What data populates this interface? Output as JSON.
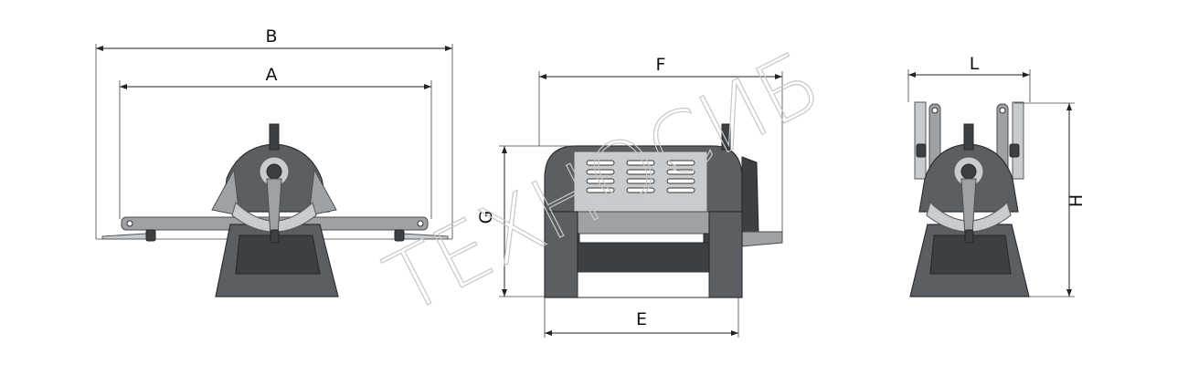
{
  "dimensions": {
    "a": "A",
    "b": "B",
    "e": "E",
    "f": "F",
    "g": "G",
    "h": "H",
    "l": "L"
  },
  "watermark": {
    "text": "ТЕХНОСИБ",
    "color_gray": "#c8c8c8",
    "color_accent": "#f6c28b"
  },
  "colors": {
    "body": "#5b5f63",
    "dark": "#3c4043",
    "light": "#9ea2a5"
  }
}
